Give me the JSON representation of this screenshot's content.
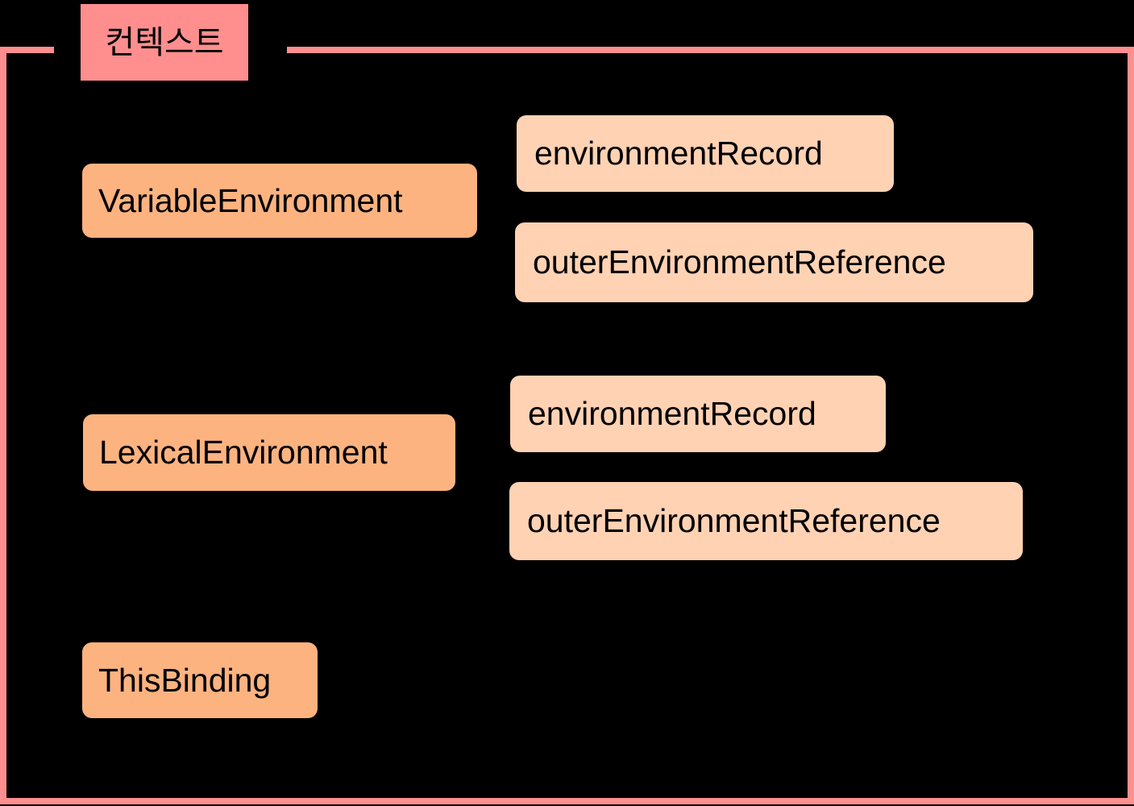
{
  "diagram": {
    "frame": {
      "title": "컨텍스트",
      "border_color": "#FF8E8E",
      "label_background": "#FF8E8E",
      "background": "#000000"
    },
    "colors": {
      "primary_box": "#FCB380",
      "secondary_box": "#FFD2B3",
      "text": "#000000",
      "accent": "#FF8E8E"
    },
    "groups": [
      {
        "parent": "VariableEnvironment",
        "children": [
          "environmentRecord",
          "outerEnvironmentReference"
        ]
      },
      {
        "parent": "LexicalEnvironment",
        "children": [
          "environmentRecord",
          "outerEnvironmentReference"
        ]
      },
      {
        "parent": "ThisBinding",
        "children": []
      }
    ]
  }
}
